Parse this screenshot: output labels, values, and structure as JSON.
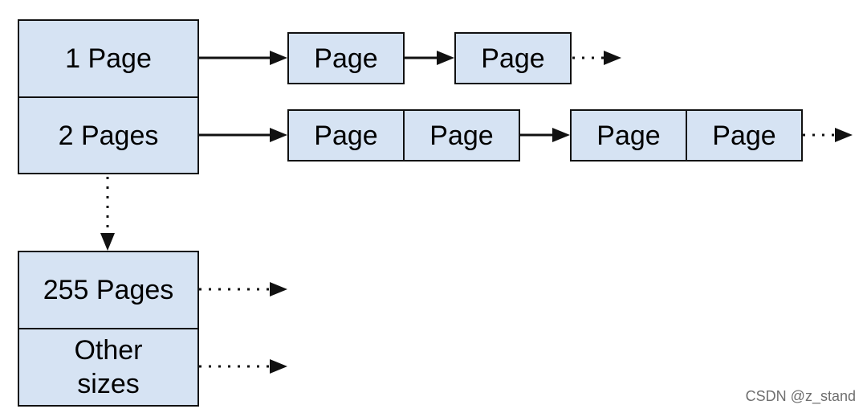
{
  "diagram": {
    "size_classes": [
      {
        "label": "1 Page"
      },
      {
        "label": "2 Pages"
      },
      {
        "label": "255 Pages"
      },
      {
        "label": "Other sizes"
      }
    ],
    "page_label": "Page"
  },
  "watermark": "CSDN @z_stand",
  "colors": {
    "box_fill": "#d6e3f3",
    "stroke": "#111111"
  }
}
